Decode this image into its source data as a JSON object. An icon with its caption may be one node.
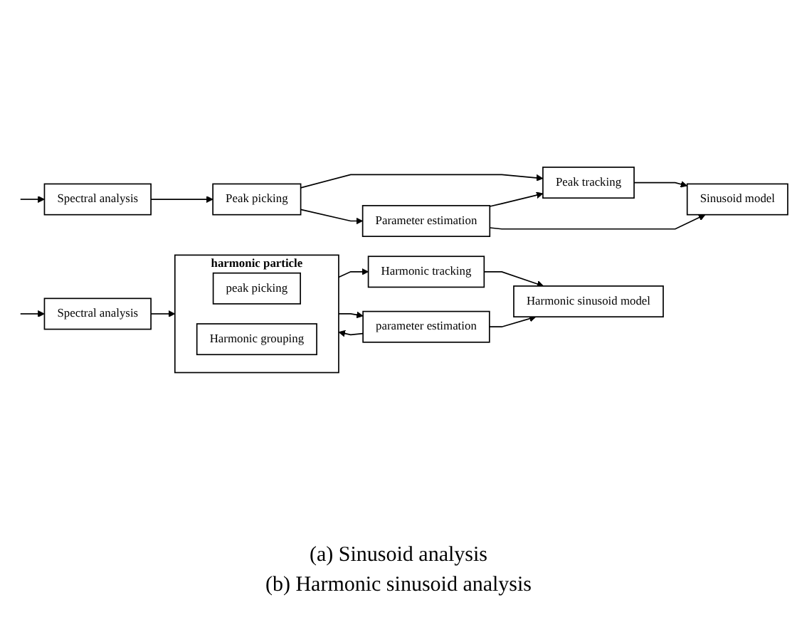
{
  "diagram": {
    "nodes": [
      {
        "text": [
          "Spectral analysis"
        ]
      },
      {
        "text": [
          "Peak picking"
        ]
      },
      {
        "text": [
          "Peak tracking"
        ]
      },
      {
        "text": [
          "Parameter estimation"
        ]
      },
      {
        "text": [
          "Sinusoid model"
        ]
      },
      {
        "text": [
          "Spectral analysis"
        ]
      },
      {
        "text": [
          "harmonic particle"
        ]
      },
      {
        "text": [
          "peak picking"
        ],
        "in": 6
      },
      {
        "text": [
          "Harmonic grouping"
        ],
        "in": 6
      },
      {
        "text": [
          "Harmonic tracking"
        ]
      },
      {
        "text": [
          "parameter estimation"
        ]
      },
      {
        "text": [
          "Harmonic sinusoid model"
        ]
      }
    ],
    "edges": [
      {
        "from": null,
        "to": 0,
        "arrow": "to"
      },
      {
        "from": 0,
        "to": 1,
        "arrow": "to"
      },
      {
        "from": 1,
        "to": 2,
        "arrow": "to"
      },
      {
        "from": 1,
        "to": 3,
        "arrow": "to"
      },
      {
        "from": 3,
        "to": 2,
        "arrow": "to"
      },
      {
        "from": 2,
        "to": 4,
        "arrow": "to"
      },
      {
        "from": 3,
        "to": 4,
        "arrow": "to"
      },
      {
        "from": null,
        "to": 5,
        "arrow": "to"
      },
      {
        "from": 5,
        "to": 6,
        "arrow": "to"
      },
      {
        "from": 6,
        "to": 9,
        "arrow": "to"
      },
      {
        "from": 9,
        "to": 11,
        "arrow": "to"
      },
      {
        "from": 6,
        "to": 10,
        "arrow": "to"
      },
      {
        "from": 10,
        "to": 6,
        "arrow": "to"
      },
      {
        "from": 10,
        "to": 11,
        "arrow": "to"
      }
    ],
    "labels": [
      "(a) Sinusoid analysis",
      "(b) Harmonic sinusoid analysis"
    ]
  }
}
